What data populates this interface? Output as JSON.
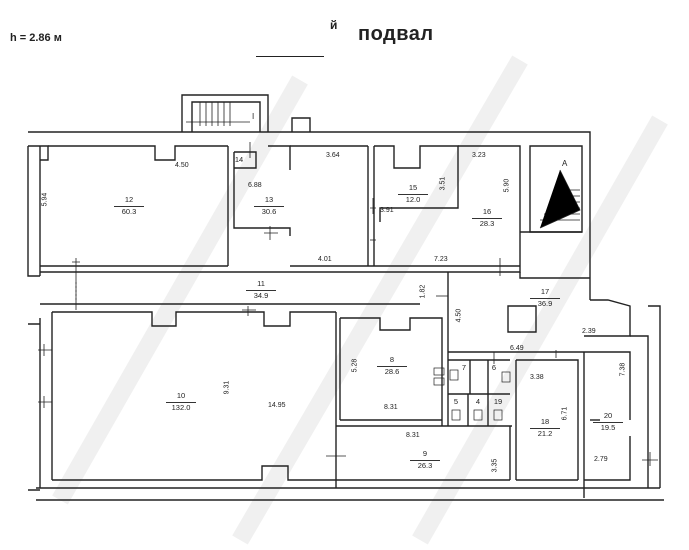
{
  "header": {
    "ceiling_height": "h = 2.86 м",
    "floor_title": "подвал",
    "floor_index_mark": "й"
  },
  "rooms": [
    {
      "id": "10",
      "number": "10",
      "area": "132.0"
    },
    {
      "id": "11",
      "number": "11",
      "area": "34.9"
    },
    {
      "id": "12",
      "number": "12",
      "area": "60.3"
    },
    {
      "id": "13",
      "number": "13",
      "area": "30.6"
    },
    {
      "id": "14",
      "number": "14",
      "area": ""
    },
    {
      "id": "15",
      "number": "15",
      "area": "12.0"
    },
    {
      "id": "16",
      "number": "16",
      "area": "28.3"
    },
    {
      "id": "17",
      "number": "17",
      "area": "36.9"
    },
    {
      "id": "18",
      "number": "18",
      "area": "21.2"
    },
    {
      "id": "20",
      "number": "20",
      "area": "19.5"
    },
    {
      "id": "8",
      "number": "8",
      "area": "28.6"
    },
    {
      "id": "9",
      "number": "9",
      "area": "26.3"
    },
    {
      "id": "5",
      "number": "5",
      "area": ""
    },
    {
      "id": "4",
      "number": "4",
      "area": ""
    },
    {
      "id": "19",
      "number": "19",
      "area": ""
    },
    {
      "id": "6",
      "number": "6",
      "area": ""
    },
    {
      "id": "7",
      "number": "7",
      "area": ""
    }
  ],
  "dimensions": {
    "d594": "5.94",
    "d450a": "4.50",
    "d688": "6.88",
    "d364": "3.64",
    "d401": "4.01",
    "d351": "3.51",
    "d391": "3.91",
    "d323": "3.23",
    "d590": "5.90",
    "d723": "7.23",
    "d182": "1.82",
    "d450b": "4.50",
    "d931": "9.31",
    "d1495": "14.95",
    "d528": "5.28",
    "d831a": "8.31",
    "d831b": "8.31",
    "d335": "3.35",
    "d649": "6.49",
    "d239": "2.39",
    "d338": "3.38",
    "d671": "6.71",
    "d738": "7.38",
    "d279": "2.79"
  },
  "markers": {
    "stair_left": "I",
    "stair_right": "A"
  }
}
